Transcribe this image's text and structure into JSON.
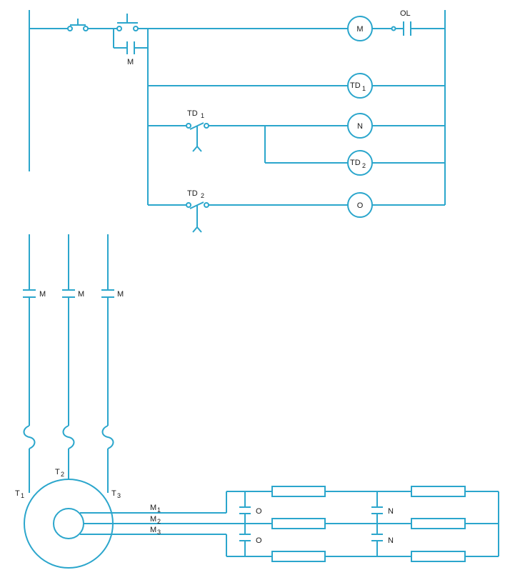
{
  "labels": {
    "ol": "OL",
    "m_coil": "M",
    "m_contact": "M",
    "td1_coil_base": "TD",
    "td1_coil_sub": "1",
    "td1_contact_base": "TD",
    "td1_contact_sub": "1",
    "n_coil": "N",
    "td2_coil_base": "TD",
    "td2_coil_sub": "2",
    "td2_contact_base": "TD",
    "td2_contact_sub": "2",
    "o_coil": "O",
    "m_power_1": "M",
    "m_power_2": "M",
    "m_power_3": "M",
    "t1_base": "T",
    "t1_sub": "1",
    "t2_base": "T",
    "t2_sub": "2",
    "t3_base": "T",
    "t3_sub": "3",
    "m1_base": "M",
    "m1_sub": "1",
    "m2_base": "M",
    "m2_sub": "2",
    "m3_base": "M",
    "m3_sub": "3",
    "o_contact_1": "O",
    "o_contact_2": "O",
    "n_contact_1": "N",
    "n_contact_2": "N"
  },
  "colors": {
    "wire": "#2ba6cc",
    "text": "#1a1a1a"
  }
}
